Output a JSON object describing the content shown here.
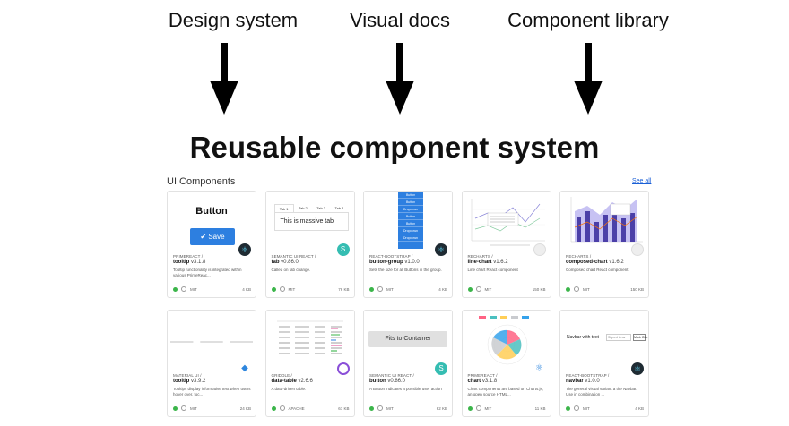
{
  "header": {
    "labels": [
      "Design system",
      "Visual docs",
      "Component library"
    ],
    "title": "Reusable component system"
  },
  "section": {
    "title": "UI Components",
    "see_all": "See all"
  },
  "colors": {
    "accent": "#2d7fe0",
    "status_green": "#3bb54a",
    "chart_purple": "#6a5acd"
  },
  "cards": [
    {
      "library": "PRIMEREACT /",
      "name": "tooltip",
      "version": "v3.1.8",
      "description": "Tooltip functionality is integrated within various PrimeReac...",
      "license": "MIT",
      "size": "4 KB",
      "preview": {
        "title": "Button",
        "button_label": "Save"
      },
      "logo_icon": "react-logo-icon"
    },
    {
      "library": "SEMANTIC UI REACT /",
      "name": "tab",
      "version": "v0.86.0",
      "description": "Called on tab change.",
      "license": "MIT",
      "size": "76 KB",
      "preview": {
        "tabs": [
          "Tab 1",
          "Tab 2",
          "Tab 3",
          "Tab 4"
        ],
        "body": "This is massive tab"
      },
      "logo_icon": "semantic-ui-logo-icon"
    },
    {
      "library": "REACT-BOOTSTRAP /",
      "name": "button-group",
      "version": "v1.0.0",
      "description": "Sets the size for all Buttons in the group.",
      "license": "MIT",
      "size": "4 KB",
      "preview": {
        "items": [
          "Button",
          "Button",
          "Dropdown",
          "Button",
          "Button",
          "Dropdown",
          "Dropdown"
        ]
      },
      "logo_icon": "react-bootstrap-logo-icon"
    },
    {
      "library": "RECHARTS /",
      "name": "line-chart",
      "version": "v1.6.2",
      "description": "Line chart React component",
      "license": "MIT",
      "size": "150 KB",
      "logo_icon": "recharts-logo-icon"
    },
    {
      "library": "RECHARTS /",
      "name": "composed-chart",
      "version": "v1.6.2",
      "description": "Composed chart React component",
      "license": "MIT",
      "size": "150 KB",
      "logo_icon": "recharts-logo-icon"
    },
    {
      "library": "MATERIAL UI /",
      "name": "tooltip",
      "version": "v3.9.2",
      "description": "Tooltips display informative text when users hover over, foc...",
      "license": "MIT",
      "size": "24 KB",
      "logo_icon": "material-ui-logo-icon"
    },
    {
      "library": "GRIDDLE /",
      "name": "data-table",
      "version": "v2.6.6",
      "description": "A data-driven table.",
      "license": "APACHE",
      "size": "67 KB",
      "logo_icon": "griddle-logo-icon"
    },
    {
      "library": "SEMANTIC UI REACT /",
      "name": "button",
      "version": "v0.86.0",
      "description": "A Button indicates a possible user action",
      "license": "MIT",
      "size": "62 KB",
      "preview": {
        "button_label": "Fits to Container"
      },
      "logo_icon": "semantic-ui-logo-icon"
    },
    {
      "library": "PRIMEREACT /",
      "name": "chart",
      "version": "v3.1.8",
      "description": "Chart components are based on Charts.js, an open source HTML...",
      "license": "MIT",
      "size": "11 KB",
      "logo_icon": "react-logo-icon"
    },
    {
      "library": "REACT-BOOTSTRAP /",
      "name": "navbar",
      "version": "v1.0.0",
      "description": "The general visual variant a the Navbar. Use in combination ...",
      "license": "MIT",
      "size": "4 KB",
      "preview": {
        "brand": "Navbar with text",
        "input": "Signed in as",
        "button": "Mark Otto"
      },
      "logo_icon": "react-bootstrap-logo-icon"
    }
  ]
}
